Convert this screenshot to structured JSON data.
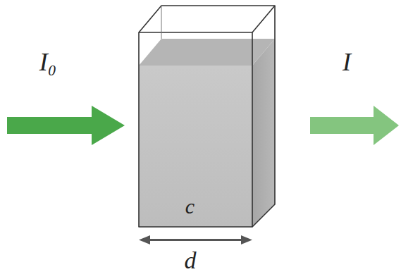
{
  "diagram": {
    "nodes": [
      {
        "text": [
          "c"
        ]
      }
    ],
    "labels": [
      "I₀",
      "I",
      "d"
    ]
  }
}
